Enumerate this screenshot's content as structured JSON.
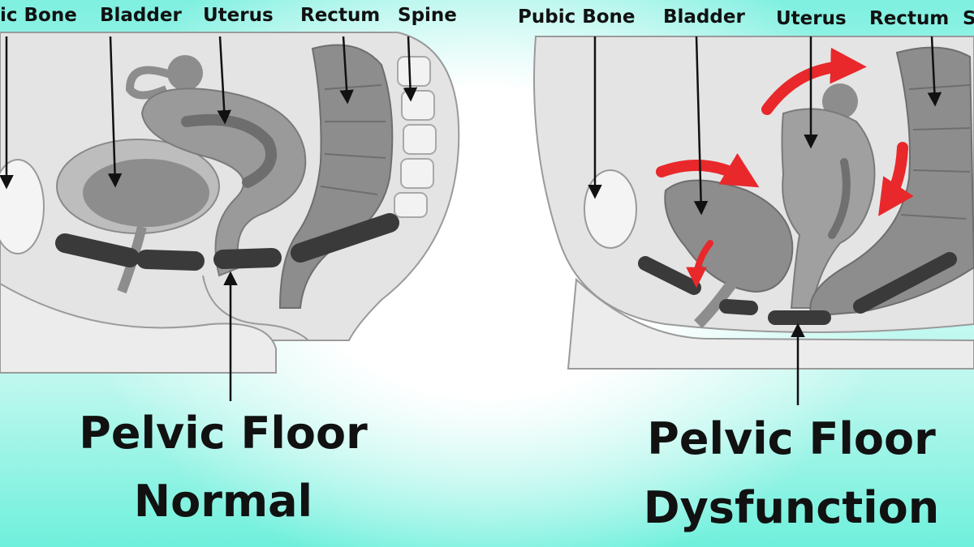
{
  "left_panel": {
    "labels": {
      "pubic_bone": "ic Bone",
      "bladder": "Bladder",
      "uterus": "Uterus",
      "rectum": "Rectum",
      "spine": "Spine"
    },
    "caption_line1": "Pelvic Floor",
    "caption_line2": "Normal"
  },
  "right_panel": {
    "labels": {
      "pubic_bone": "Pubic Bone",
      "bladder": "Bladder",
      "uterus": "Uterus",
      "rectum": "Rectum",
      "spine": "S"
    },
    "caption_line1": "Pelvic Floor",
    "caption_line2": "Dysfunction"
  },
  "colors": {
    "background_edge": "#7ff0e0",
    "organ_gray": "#8a8a8a",
    "body_gray": "#e2e2e2",
    "muscle_dark": "#333333",
    "arrow_red": "#e8282b"
  }
}
